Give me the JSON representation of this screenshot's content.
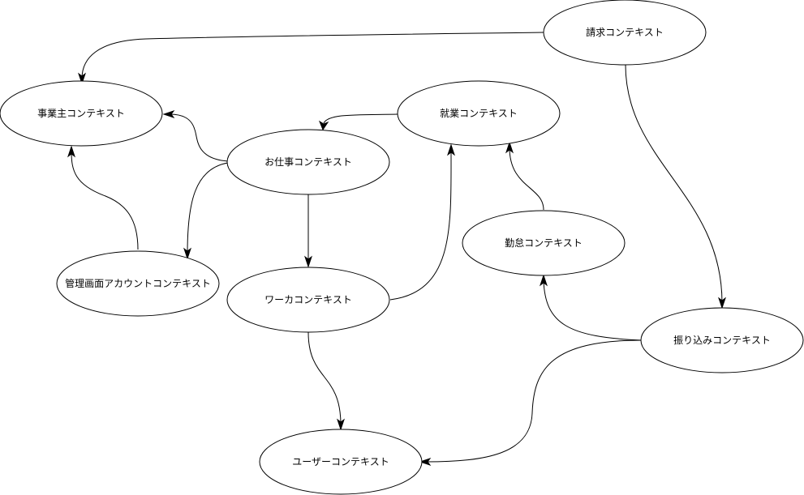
{
  "diagram": {
    "nodes": {
      "seikyu": "請求コンテキスト",
      "jigyonushi": "事業主コンテキスト",
      "shugyo": "就業コンテキスト",
      "oshigoto": "お仕事コンテキスト",
      "kanri": "管理画面アカウントコンテキスト",
      "kintai": "勤怠コンテキスト",
      "worker": "ワーカコンテキスト",
      "furikomi": "振り込みコンテキスト",
      "user": "ユーザーコンテキスト"
    },
    "edges": [
      {
        "from": "seikyu",
        "to": "jigyonushi"
      },
      {
        "from": "seikyu",
        "to": "furikomi"
      },
      {
        "from": "oshigoto",
        "to": "jigyonushi"
      },
      {
        "from": "oshigoto",
        "to": "kanri"
      },
      {
        "from": "oshigoto",
        "to": "worker"
      },
      {
        "from": "shugyo",
        "to": "oshigoto"
      },
      {
        "from": "kanri",
        "to": "jigyonushi"
      },
      {
        "from": "worker",
        "to": "shugyo"
      },
      {
        "from": "worker",
        "to": "user"
      },
      {
        "from": "kintai",
        "to": "shugyo"
      },
      {
        "from": "furikomi",
        "to": "kintai"
      },
      {
        "from": "furikomi",
        "to": "user"
      }
    ]
  }
}
